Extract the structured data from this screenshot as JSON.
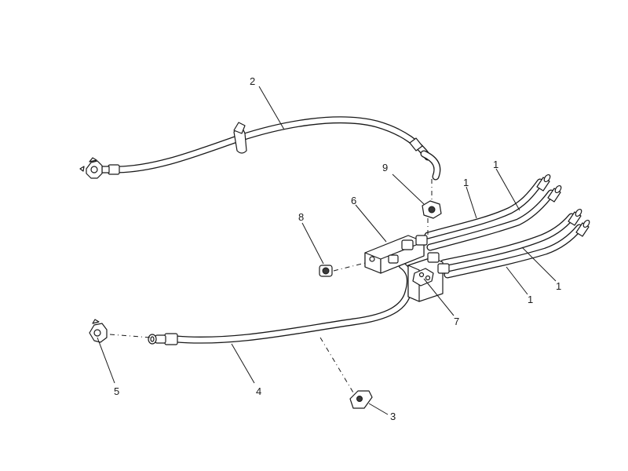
{
  "callouts": [
    {
      "id": "c1a",
      "text": "1"
    },
    {
      "id": "c1b",
      "text": "1"
    },
    {
      "id": "c1c",
      "text": "1"
    },
    {
      "id": "c1d",
      "text": "1"
    },
    {
      "id": "c2",
      "text": "2"
    },
    {
      "id": "c3",
      "text": "3"
    },
    {
      "id": "c4",
      "text": "4"
    },
    {
      "id": "c5",
      "text": "5"
    },
    {
      "id": "c6",
      "text": "6"
    },
    {
      "id": "c7",
      "text": "7"
    },
    {
      "id": "c8",
      "text": "8"
    },
    {
      "id": "c9",
      "text": "9"
    }
  ]
}
